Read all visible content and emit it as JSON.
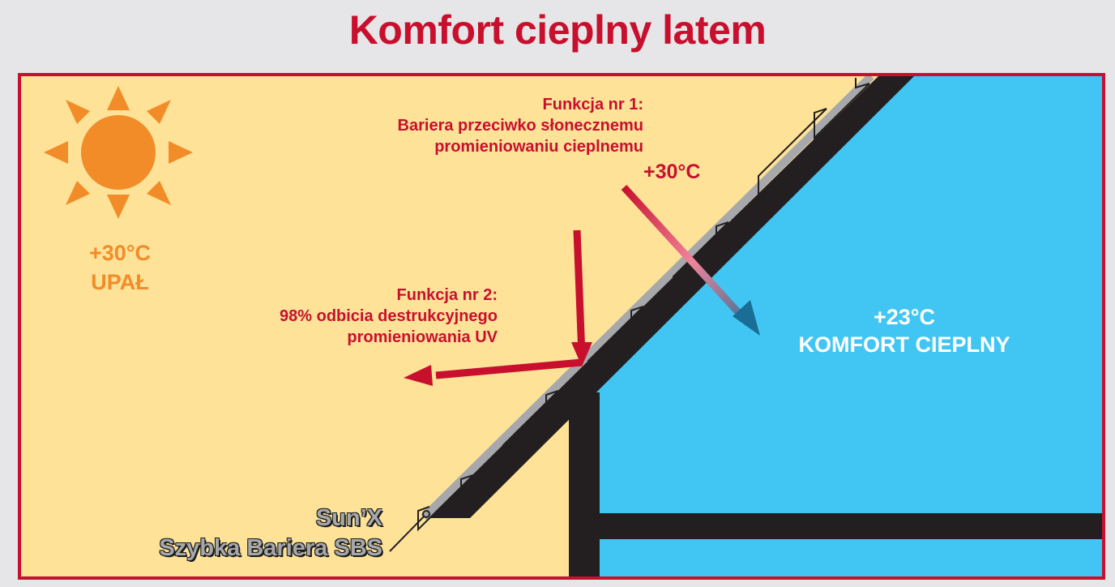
{
  "title": "Komfort cieplny latem",
  "function1": {
    "line1": "Funkcja nr 1:",
    "line2": "Bariera przeciwko słonecznemu",
    "line3": "promieniowaniu cieplnemu"
  },
  "outside_temp_label": "+30°C",
  "function2": {
    "line1": "Funkcja nr 2:",
    "line2": "98% odbicia destrukcyjnego",
    "line3": "promieniowania UV"
  },
  "outside": {
    "temp": "+30°C",
    "label": "UPAŁ"
  },
  "inside": {
    "temp": "+23°C",
    "label": "KOMFORT CIEPLNY"
  },
  "product": {
    "line1": "Sun’X",
    "line2": "Szybka Bariera SBS"
  },
  "colors": {
    "outside_bg": "#fde298",
    "inside_bg": "#41c6f3",
    "accent_red": "#c8102e",
    "sun": "#f28c28",
    "roof": "#231f20",
    "membrane": "#a6a8ab",
    "cool_arrow": "#1a6e96"
  },
  "icons": [
    "sun-icon",
    "heat-arrow-icon",
    "uv-reflection-arrow-icon"
  ]
}
